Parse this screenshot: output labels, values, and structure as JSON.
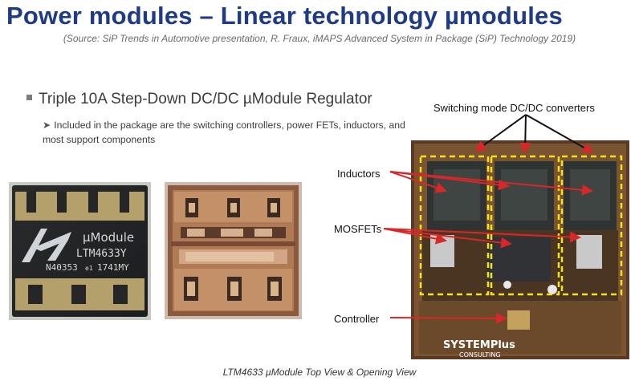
{
  "title": "Power modules – Linear technology µmodules",
  "source": "(Source: SiP Trends in Automotive presentation, R. Fraux, iMAPS Advanced System in Package (SiP) Technology 2019)",
  "bullet": "Triple 10A Step-Down DC/DC µModule Regulator",
  "sub_bullet": "Included in the package are the switching controllers, power FETs, inductors, and most support components",
  "chip_marking": {
    "brand": "µModule",
    "part": "LTM4633Y",
    "lot": "N40353",
    "lot_suffix": "e1",
    "date": "1741MY"
  },
  "labels": {
    "switching": "Switching mode DC/DC converters",
    "inductors": "Inductors",
    "mosfets": "MOSFETs",
    "controller": "Controller"
  },
  "watermark": {
    "main": "SYSTEMPlus",
    "sub": "CONSULTING"
  },
  "caption": "LTM4633 µModule Top View & Opening View",
  "colors": {
    "title": "#1f3b86",
    "arrow": "#d62828",
    "dashed_box": "#f4e21a"
  }
}
